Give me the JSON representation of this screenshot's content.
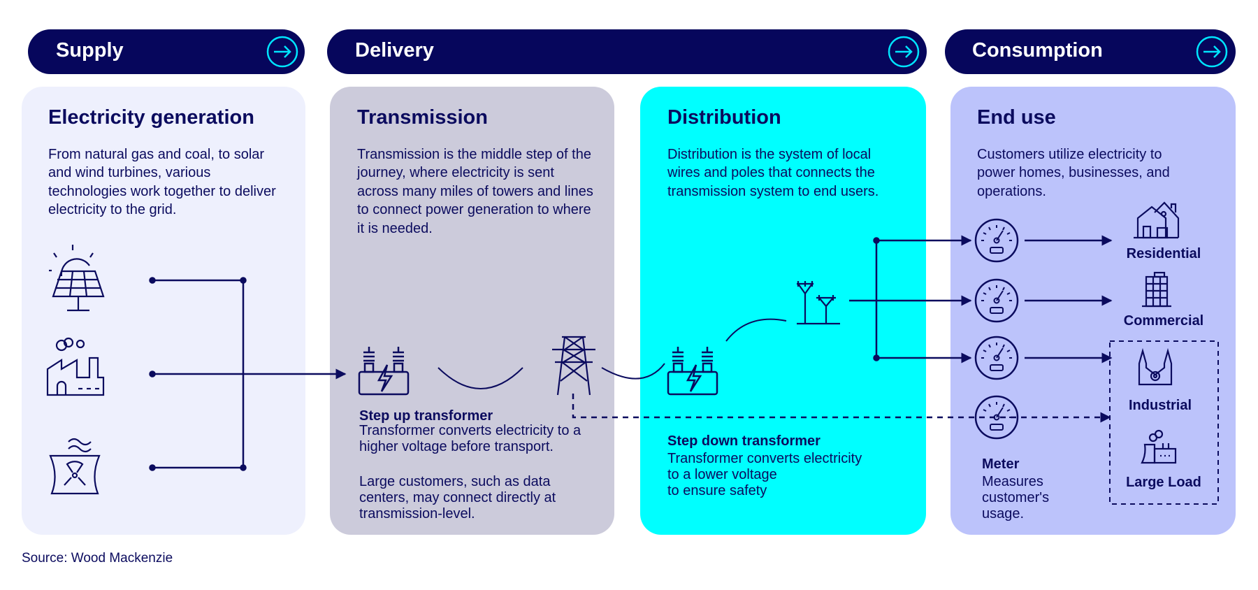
{
  "stages": [
    {
      "label": "Supply",
      "icon": "arrow-circle-right-icon"
    },
    {
      "label": "Delivery",
      "icon": "arrow-circle-right-icon"
    },
    {
      "label": "Consumption",
      "icon": "arrow-circle-right-icon"
    }
  ],
  "panels": {
    "generation": {
      "title": "Electricity generation",
      "text": "From natural gas and coal, to solar and wind turbines, various technologies work together to deliver electricity to the grid."
    },
    "transmission": {
      "title": "Transmission",
      "text": "Transmission is the middle step of the journey, where electricity is sent across many miles of towers and lines to connect power generation to where it is needed.",
      "step_title": "Step up transformer",
      "step_text": "Transformer converts electricity to a higher voltage before transport.",
      "note": "Large customers, such as data centers, may connect directly at transmission-level."
    },
    "distribution": {
      "title": "Distribution",
      "text": "Distribution is the system of local wires and poles that connects the transmission system to end users.",
      "step_title": "Step down transformer",
      "step_text_1": "Transformer converts electricity",
      "step_text_2": "to a lower voltage",
      "step_text_3": "to ensure safety"
    },
    "enduse": {
      "title": "End use",
      "text": "Customers utilize electricity to power homes, businesses, and operations.",
      "meter_title": "Meter",
      "meter_text": "Measures customer's usage.",
      "customers": [
        "Residential",
        "Commercial",
        "Industrial",
        "Large Load"
      ]
    }
  },
  "colors": {
    "navy": "#06065c",
    "cyan": "#00ffff",
    "generation_bg": "#eef0fd",
    "transmission_bg": "#cccbdb",
    "enduse_bg": "#bcc3fb"
  },
  "source": "Source: Wood Mackenzie"
}
